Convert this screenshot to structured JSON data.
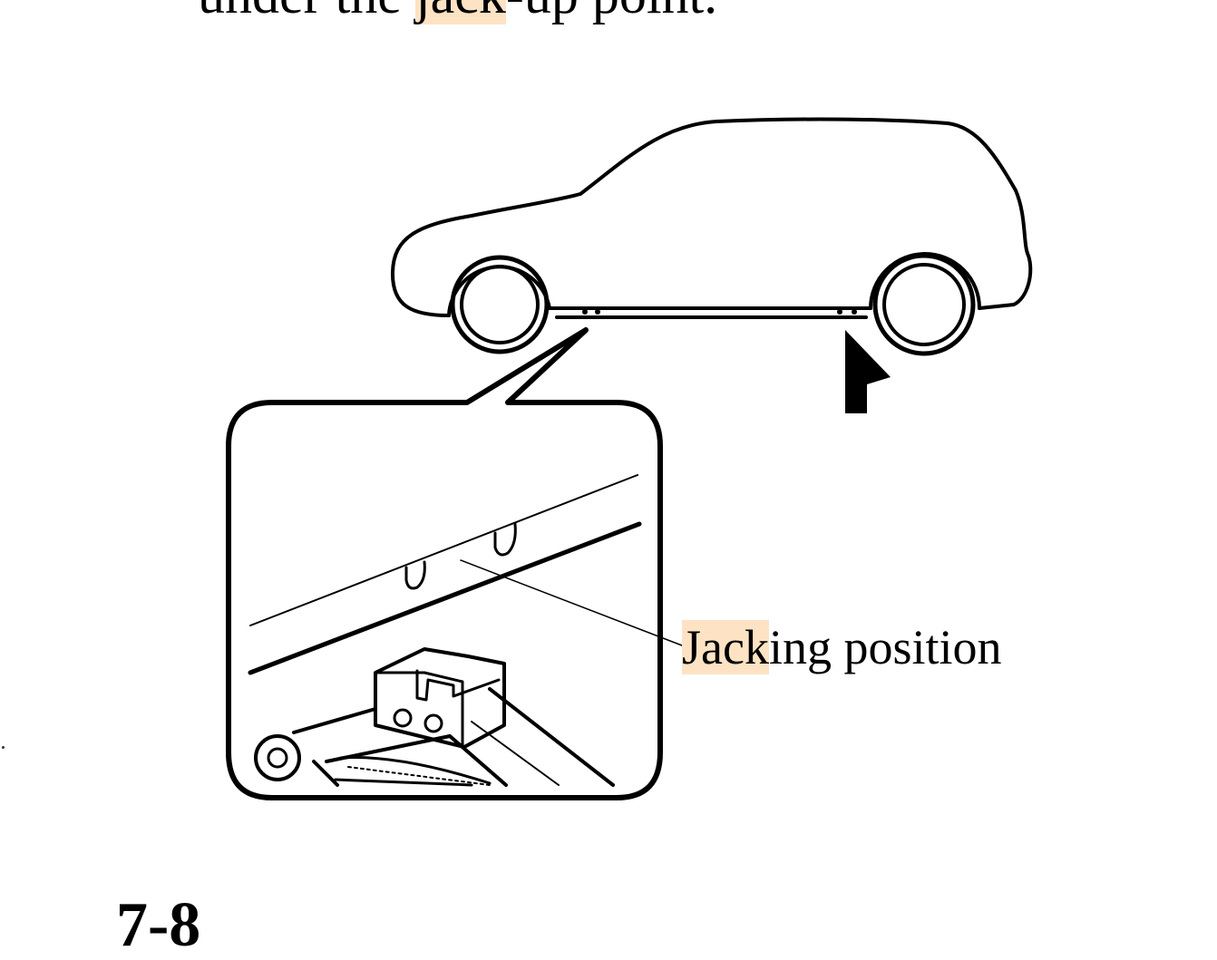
{
  "instruction": {
    "before": "under the ",
    "highlight": "jack",
    "after": "-up point."
  },
  "callout": {
    "highlight": "Jack",
    "rest": "ing position"
  },
  "page_number": "7-8",
  "colors": {
    "search_highlight": "#fde3c4",
    "ink": "#000000",
    "background": "#ffffff"
  },
  "icons": [
    "car-silhouette",
    "jack-point-arrow",
    "jack-detail-callout",
    "scissor-jack"
  ]
}
